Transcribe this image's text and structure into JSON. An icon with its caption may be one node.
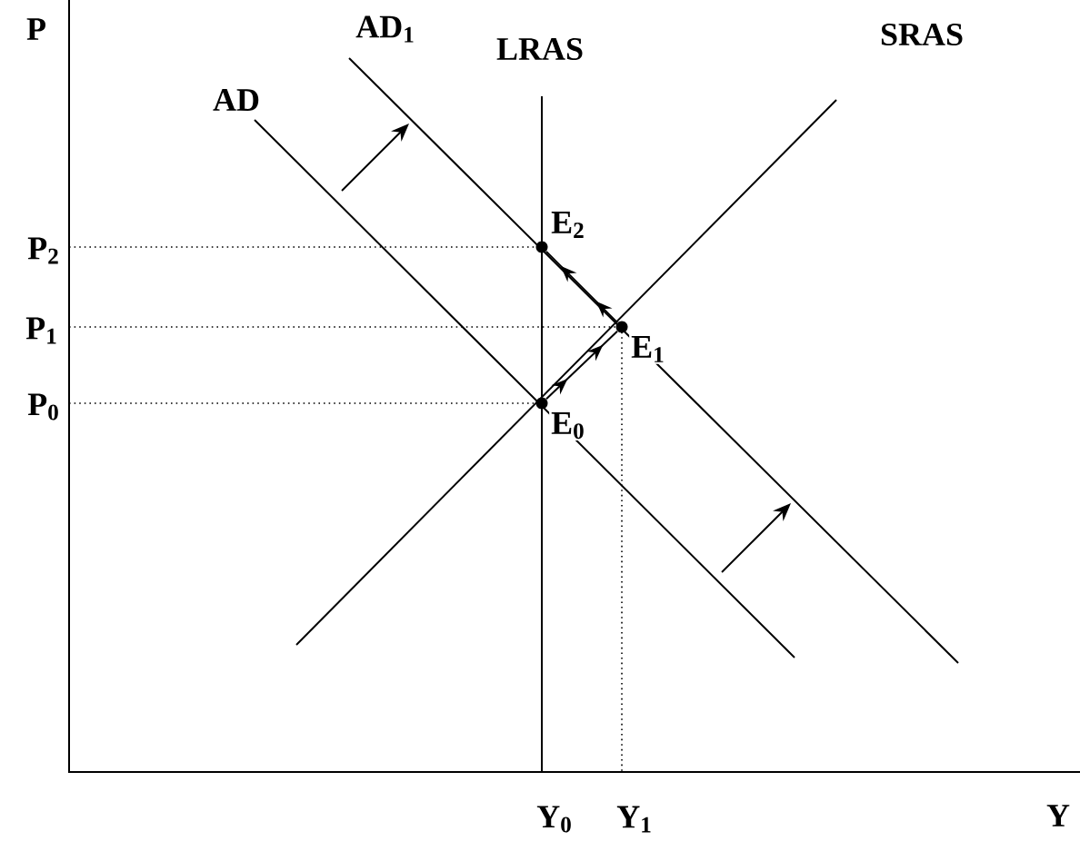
{
  "diagram": {
    "nodes": [
      {
        "text": [
          "E$_{0}$"
        ]
      },
      {
        "text": [
          "E$_{1}$"
        ]
      },
      {
        "text": [
          "E$_{2}$"
        ]
      }
    ],
    "edges": [
      {
        "from": 0,
        "to": 1,
        "arrow": "to"
      },
      {
        "from": 1,
        "to": 2,
        "arrow": "to"
      }
    ],
    "labels": [
      "P",
      "AD$_{1}$",
      "LRAS",
      "AD",
      "SRAS",
      "P$_{2}$",
      "P$_{1}$",
      "P$_{0}$",
      "Y$_{0}$",
      "Y$_{1}$",
      "Y"
    ]
  }
}
